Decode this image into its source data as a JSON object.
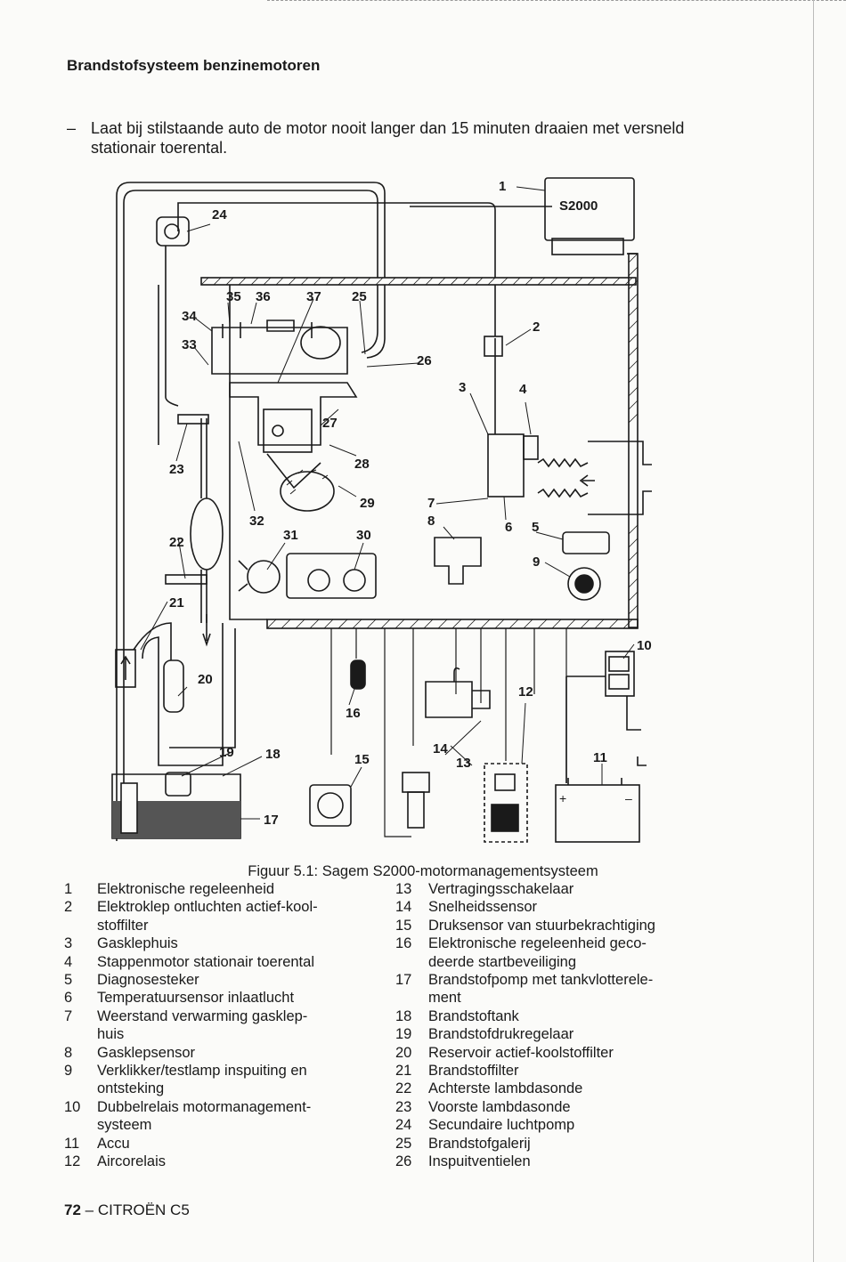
{
  "heading": "Brandstofsysteem benzinemotoren",
  "bullet": {
    "dash": "–",
    "text": "Laat bij stilstaande auto de motor nooit langer dan 15 minuten draaien met versneld stationair toerental."
  },
  "figure": {
    "ecu_label": "S2000",
    "battery_plus": "+",
    "battery_minus": "–",
    "callouts": [
      "1",
      "2",
      "3",
      "4",
      "5",
      "6",
      "7",
      "8",
      "9",
      "10",
      "11",
      "12",
      "13",
      "14",
      "15",
      "16",
      "17",
      "18",
      "19",
      "20",
      "21",
      "22",
      "23",
      "24",
      "25",
      "26",
      "27",
      "28",
      "29",
      "30",
      "31",
      "32",
      "33",
      "34",
      "35",
      "36",
      "37"
    ]
  },
  "caption": "Figuur 5.1: Sagem S2000-motormanagementsysteem",
  "legend_left": [
    {
      "n": "1",
      "t": "Elektronische regeleenheid"
    },
    {
      "n": "2",
      "t": "Elektroklep ontluchten actief-kool-"
    },
    {
      "n": "",
      "t": "stoffilter"
    },
    {
      "n": "3",
      "t": "Gasklephuis"
    },
    {
      "n": "4",
      "t": "Stappenmotor stationair toerental"
    },
    {
      "n": "5",
      "t": "Diagnosesteker"
    },
    {
      "n": "6",
      "t": "Temperatuursensor inlaatlucht"
    },
    {
      "n": "7",
      "t": "Weerstand verwarming gasklep-"
    },
    {
      "n": "",
      "t": "huis"
    },
    {
      "n": "8",
      "t": "Gasklepsensor"
    },
    {
      "n": "9",
      "t": "Verklikker/testlamp inspuiting en"
    },
    {
      "n": "",
      "t": "ontsteking"
    },
    {
      "n": "10",
      "t": "Dubbelrelais motormanagement-"
    },
    {
      "n": "",
      "t": "systeem"
    },
    {
      "n": "11",
      "t": "Accu"
    },
    {
      "n": "12",
      "t": "Aircorelais"
    }
  ],
  "legend_right": [
    {
      "n": "13",
      "t": "Vertragingsschakelaar"
    },
    {
      "n": "14",
      "t": "Snelheidssensor"
    },
    {
      "n": "15",
      "t": "Druksensor van stuurbekrachtiging"
    },
    {
      "n": "16",
      "t": "Elektronische regeleenheid geco-"
    },
    {
      "n": "",
      "t": "deerde startbeveiliging"
    },
    {
      "n": "17",
      "t": "Brandstofpomp met tankvlotterele-"
    },
    {
      "n": "",
      "t": "ment"
    },
    {
      "n": "18",
      "t": "Brandstoftank"
    },
    {
      "n": "19",
      "t": "Brandstofdrukregelaar"
    },
    {
      "n": "20",
      "t": "Reservoir actief-koolstoffilter"
    },
    {
      "n": "21",
      "t": "Brandstoffilter"
    },
    {
      "n": "22",
      "t": "Achterste lambdasonde"
    },
    {
      "n": "23",
      "t": "Voorste lambdasonde"
    },
    {
      "n": "24",
      "t": "Secundaire luchtpomp"
    },
    {
      "n": "25",
      "t": "Brandstofgalerij"
    },
    {
      "n": "26",
      "t": "Inspuitventielen"
    }
  ],
  "footer": {
    "page": "72",
    "sep": " – ",
    "title": "CITROËN C5"
  }
}
